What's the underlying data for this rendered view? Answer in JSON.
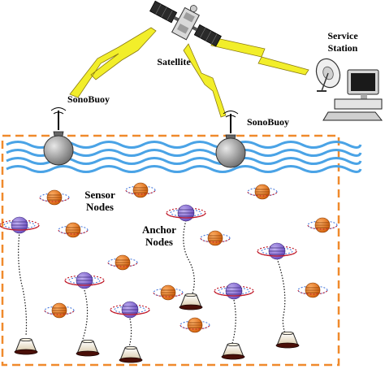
{
  "labels": {
    "satellite": "Satellite",
    "service_station_line1": "Service",
    "service_station_line2": "Station",
    "sonobuoy_left": "SonoBuoy",
    "sonobuoy_right": "SonoBuoy",
    "sensor_line1": "Sensor",
    "sensor_line2": "Nodes",
    "anchor_line1": "Anchor",
    "anchor_line2": "Nodes"
  },
  "colors": {
    "water": "#4aa3e6",
    "boundary": "#f08a2c",
    "lightning": "#f2ee2a",
    "sensor_node": "#f07a18",
    "anchor_node": "#8a6ad8",
    "ring": "#c01a2a",
    "buoy": "#8c8c8c"
  },
  "icons": {
    "satellite": "satellite-icon",
    "station": "computer-workstation-icon",
    "buoy": "sonobuoy-icon",
    "sensor": "sensor-node-icon",
    "anchor": "anchor-node-icon",
    "weight": "anchor-weight-icon"
  }
}
